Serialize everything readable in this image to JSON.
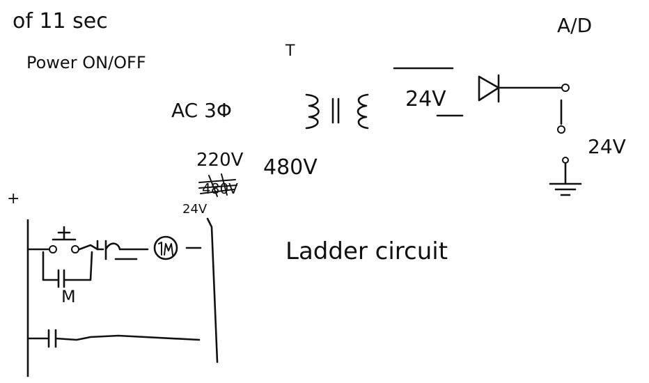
{
  "notes": {
    "top_left": "of 11 sec",
    "power": "Power ON/OFF",
    "ac": "AC 3Φ",
    "v220": "220V",
    "v480": "480V",
    "scribble": "480V",
    "ladder_v": "24V",
    "ad": "A/D",
    "trans_24v": "24V",
    "right_24v": "24V",
    "t_mark": "T",
    "plus": "+",
    "m_label": "M",
    "ladder": "Ladder circuit"
  }
}
